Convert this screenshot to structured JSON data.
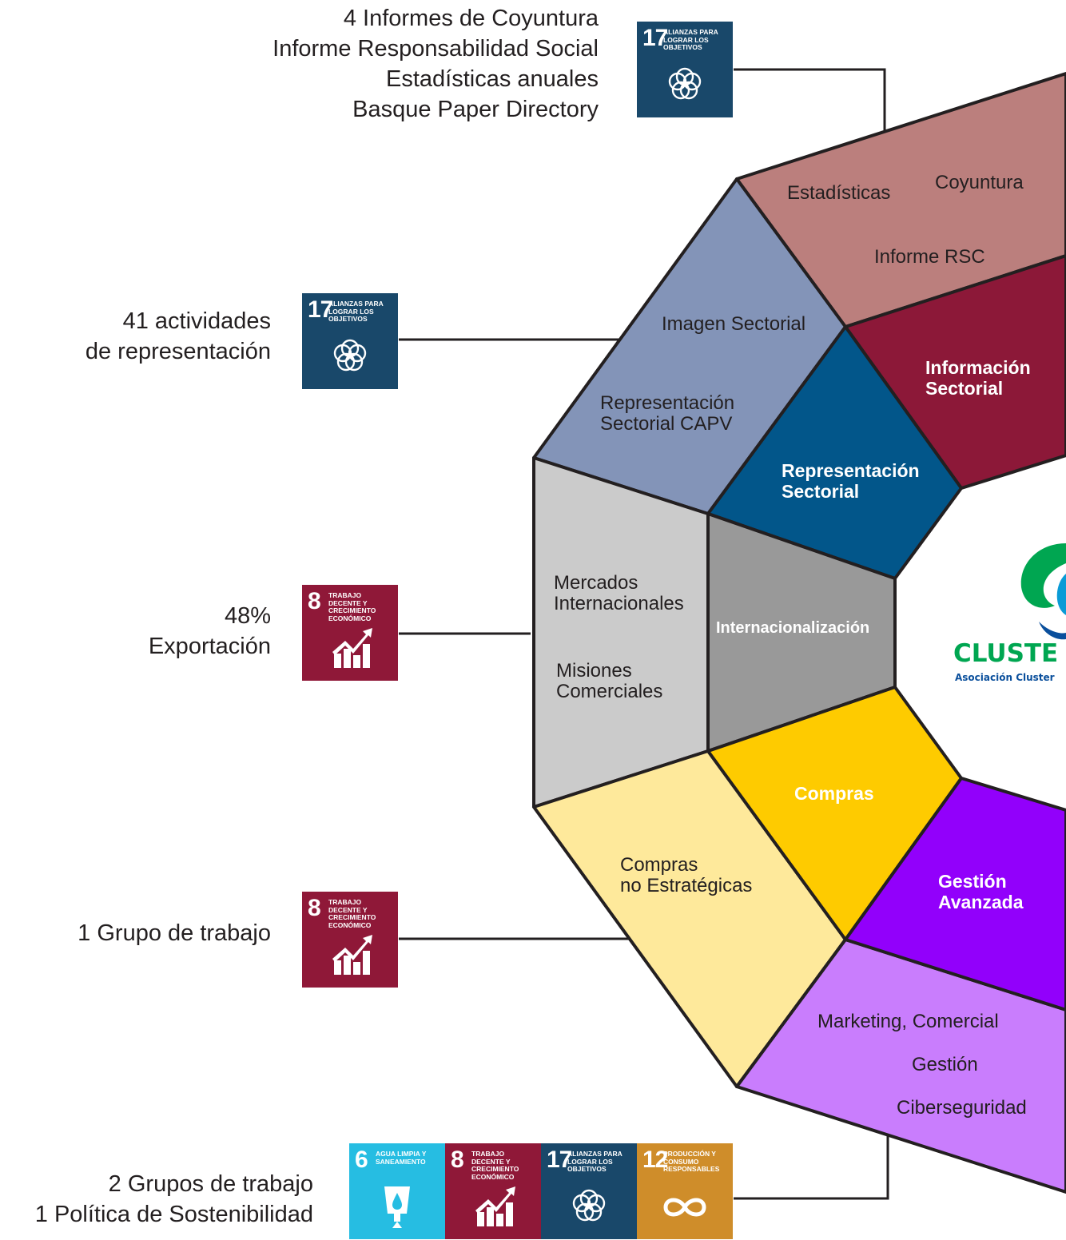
{
  "notes": {
    "top": [
      "4 Informes de Coyuntura",
      "Informe Responsabilidad Social",
      "Estadísticas anuales",
      "Basque Paper Directory"
    ],
    "representation": [
      "41 actividades",
      "de representación"
    ],
    "export": [
      "48%",
      "Exportación"
    ],
    "purchasing": "1 Grupo de trabajo",
    "management": [
      "2 Grupos de trabajo",
      "1 Política de Sostenibilidad"
    ]
  },
  "sdg": {
    "g17": {
      "number": "17",
      "caption": "Alianzas para lograr los objetivos",
      "color": "#19486a",
      "icon": "flower-icon"
    },
    "g8": {
      "number": "8",
      "caption": "Trabajo decente y crecimiento económico",
      "color": "#8f1838",
      "icon": "growth-chart-icon"
    },
    "g6": {
      "number": "6",
      "caption": "Agua limpia y saneamiento",
      "color": "#26bde2",
      "icon": "water-icon"
    },
    "g12": {
      "number": "12",
      "caption": "Producción y consumo responsables",
      "color": "#cf8d2a",
      "icon": "infinity-icon"
    }
  },
  "segments": {
    "informacion": {
      "label_lines": [
        "Información",
        "Sectorial"
      ],
      "color": "#8c1838"
    },
    "informacion_outer": {
      "items": [
        "Estadísticas",
        "Coyuntura",
        "Informe RSC"
      ],
      "color": "#bb7f7d"
    },
    "representacion": {
      "label_lines": [
        "Representación",
        "Sectorial"
      ],
      "color": "#02568a"
    },
    "representacion_outer": {
      "items": [
        "Imagen Sectorial",
        "Representación",
        "Sectorial CAPV"
      ],
      "color": "#8394b8"
    },
    "internacionalizacion": {
      "label": "Internacionalización",
      "color": "#999999"
    },
    "internacionalizacion_outer": {
      "items": [
        "Mercados",
        "Internacionales",
        "Misiones",
        "Comerciales"
      ],
      "color": "#cbcbcb"
    },
    "compras": {
      "label": "Compras",
      "color": "#fecb00"
    },
    "compras_outer": {
      "items": [
        "Compras",
        "no Estratégicas"
      ],
      "color": "#fee99b"
    },
    "gestion": {
      "label_lines": [
        "Gestión",
        "Avanzada"
      ],
      "color": "#9200fb"
    },
    "gestion_outer": {
      "items": [
        "Marketing, Comercial",
        "Gestión",
        "Ciberseguridad"
      ],
      "color": "#c97dfd"
    }
  },
  "logo": {
    "name": "CLUSTE",
    "subtitle": "Asociación Cluster"
  }
}
